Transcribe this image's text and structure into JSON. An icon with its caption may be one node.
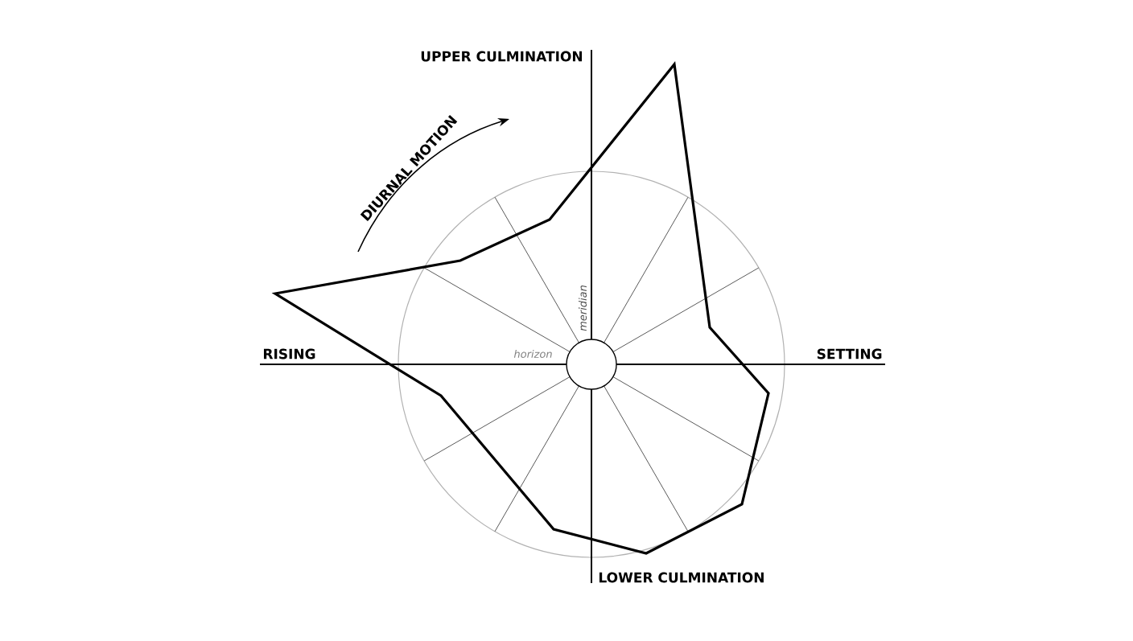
{
  "diagram": {
    "labels": [
      "UPPER CULMINATION",
      "DIURNAL MOTION",
      "meridian",
      "RISING",
      "horizon",
      "SETTING",
      "LOWER CULMINATION"
    ]
  }
}
